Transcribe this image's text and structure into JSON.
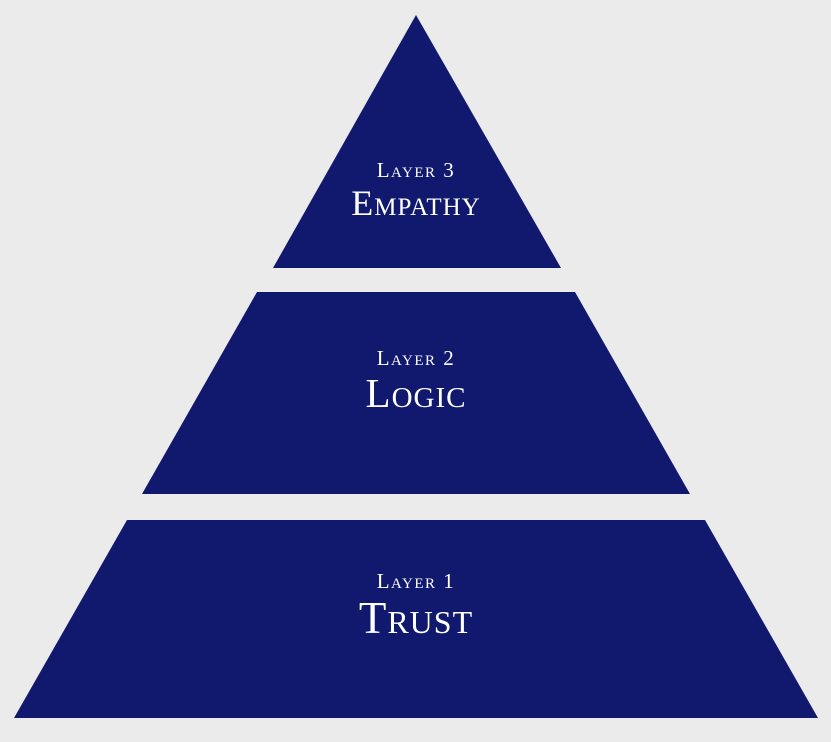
{
  "diagram": {
    "type": "pyramid",
    "fill_color": "#10196e",
    "text_color": "#ffffff",
    "background_color": "#ebebeb",
    "layers": [
      {
        "level": 3,
        "caption": "Layer 3",
        "title": "Empathy"
      },
      {
        "level": 2,
        "caption": "Layer 2",
        "title": "Logic"
      },
      {
        "level": 1,
        "caption": "Layer 1",
        "title": "Trust"
      }
    ]
  }
}
